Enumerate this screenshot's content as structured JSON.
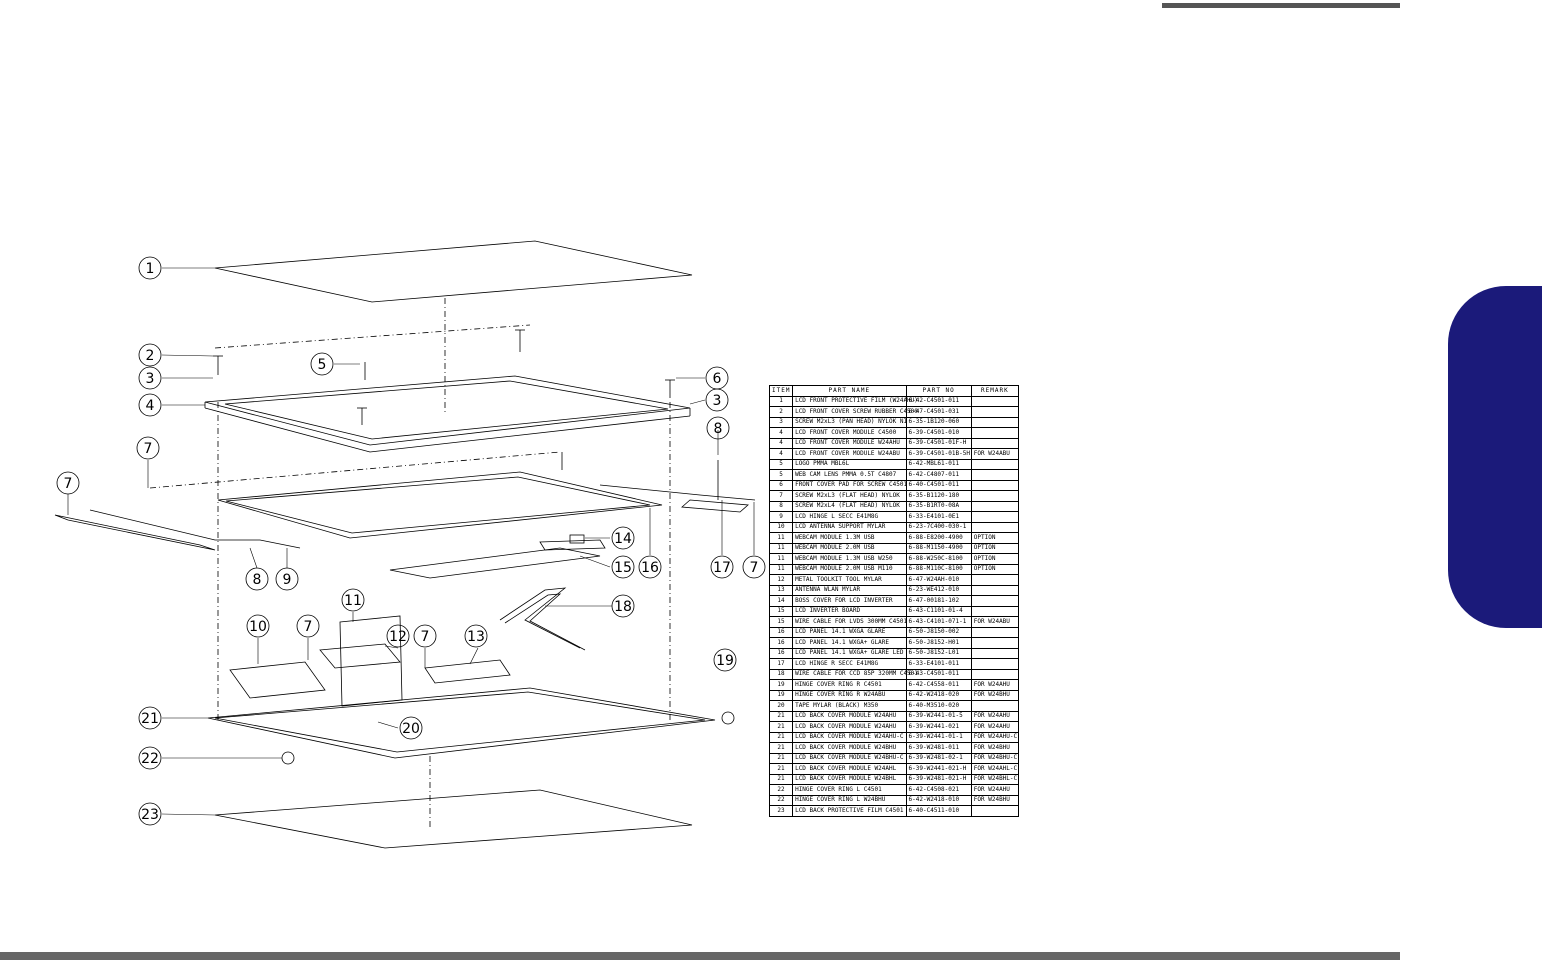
{
  "table": {
    "headers": {
      "item": "ITEM",
      "name": "PART NAME",
      "no": "PART NO",
      "remark": "REMARK"
    },
    "rows": [
      {
        "item": "1",
        "name": "LCD FRONT PROTECTIVE FILM (W24AHU)",
        "no": "6-42-C4501-011",
        "remark": ""
      },
      {
        "item": "2",
        "name": "LCD FRONT COVER SCREW RUBBER C4500",
        "no": "6-47-C4501-031",
        "remark": ""
      },
      {
        "item": "3",
        "name": "SCREW M2xL3 (PAN HEAD) NYLOK NI",
        "no": "6-35-1B120-060",
        "remark": ""
      },
      {
        "item": "4",
        "name": "LCD FRONT COVER MODULE C4500",
        "no": "6-39-C4501-010",
        "remark": ""
      },
      {
        "item": "4",
        "name": "LCD FRONT COVER MODULE W24AHU",
        "no": "6-39-C4501-01F-H",
        "remark": ""
      },
      {
        "item": "4",
        "name": "LCD FRONT COVER MODULE W24ABU",
        "no": "6-39-C4501-01B-5H",
        "remark": "FOR W24ABU"
      },
      {
        "item": "5",
        "name": "LOGO PMMA MBL6L",
        "no": "6-42-MBL61-011",
        "remark": ""
      },
      {
        "item": "5",
        "name": "WEB CAM LENS PMMA 0.5T C4807",
        "no": "6-42-C4807-011",
        "remark": ""
      },
      {
        "item": "6",
        "name": "FRONT COVER PAD FOR SCREW C4501",
        "no": "6-40-C4501-011",
        "remark": ""
      },
      {
        "item": "7",
        "name": "SCREW M2xL3 (FLAT HEAD) NYLOK",
        "no": "6-35-B1120-180",
        "remark": ""
      },
      {
        "item": "8",
        "name": "SCREW M2xL4 (FLAT HEAD) NYLOK",
        "no": "6-35-B1RT0-08A",
        "remark": ""
      },
      {
        "item": "9",
        "name": "LCD HINGE L SECC E41M8G",
        "no": "6-33-E4101-0E1",
        "remark": ""
      },
      {
        "item": "10",
        "name": "LCD ANTENNA SUPPORT MYLAR",
        "no": "6-23-7C400-030-1",
        "remark": ""
      },
      {
        "item": "11",
        "name": "WEBCAM MODULE 1.3M USB",
        "no": "6-88-E8200-4900",
        "remark": "OPTION"
      },
      {
        "item": "11",
        "name": "WEBCAM MODULE 2.0M USB",
        "no": "6-88-M1150-4900",
        "remark": "OPTION"
      },
      {
        "item": "11",
        "name": "WEBCAM MODULE 1.3M USB W250",
        "no": "6-88-W250C-8100",
        "remark": "OPTION"
      },
      {
        "item": "11",
        "name": "WEBCAM MODULE 2.0M USB M110",
        "no": "6-88-M110C-8100",
        "remark": "OPTION"
      },
      {
        "item": "12",
        "name": "METAL TOOLKIT TOOL MYLAR",
        "no": "6-47-W24AH-010",
        "remark": ""
      },
      {
        "item": "13",
        "name": "ANTENNA WLAN MYLAR",
        "no": "6-23-WE412-010",
        "remark": ""
      },
      {
        "item": "14",
        "name": "BOSS COVER FOR LCD INVERTER",
        "no": "6-47-00181-102",
        "remark": ""
      },
      {
        "item": "15",
        "name": "LCD INVERTER BOARD",
        "no": "6-43-C1101-01-4",
        "remark": ""
      },
      {
        "item": "15",
        "name": "WIRE CABLE FOR LVDS 300MM C4501",
        "no": "6-43-C4101-071-1",
        "remark": "FOR W24ABU"
      },
      {
        "item": "16",
        "name": "LCD PANEL 14.1 WXGA GLARE",
        "no": "6-50-J8150-002",
        "remark": ""
      },
      {
        "item": "16",
        "name": "LCD PANEL 14.1 WXGA+ GLARE",
        "no": "6-50-J8152-H01",
        "remark": ""
      },
      {
        "item": "16",
        "name": "LCD PANEL 14.1 WXGA+ GLARE LED",
        "no": "6-50-J8152-L01",
        "remark": ""
      },
      {
        "item": "17",
        "name": "LCD HINGE R SECC E41M8G",
        "no": "6-33-E4101-011",
        "remark": ""
      },
      {
        "item": "18",
        "name": "WIRE CABLE FOR CCD 85P 320MM C4501",
        "no": "6-43-C4501-011",
        "remark": ""
      },
      {
        "item": "19",
        "name": "HINGE COVER RING R C4501",
        "no": "6-42-C4558-011",
        "remark": "FOR W24AHU"
      },
      {
        "item": "19",
        "name": "HINGE COVER RING R W24ABU",
        "no": "6-42-W2418-020",
        "remark": "FOR W24BHU"
      },
      {
        "item": "20",
        "name": "TAPE MYLAR (BLACK) M350",
        "no": "6-40-M3510-020",
        "remark": ""
      },
      {
        "item": "21",
        "name": "LCD BACK COVER MODULE W24AHU",
        "no": "6-39-W2441-01-5",
        "remark": "FOR W24AHU"
      },
      {
        "item": "21",
        "name": "LCD BACK COVER MODULE W24AHU",
        "no": "6-39-W2441-021",
        "remark": "FOR W24AHU"
      },
      {
        "item": "21",
        "name": "LCD BACK COVER MODULE W24AHU-C",
        "no": "6-39-W2441-01-1",
        "remark": "FOR W24AHU-C"
      },
      {
        "item": "21",
        "name": "LCD BACK COVER MODULE W24BHU",
        "no": "6-39-W2481-011",
        "remark": "FOR W24BHU"
      },
      {
        "item": "21",
        "name": "LCD BACK COVER MODULE W24BHU-C",
        "no": "6-39-W2481-02-1",
        "remark": "FOR W24BHU-C"
      },
      {
        "item": "21",
        "name": "LCD BACK COVER MODULE W24AHL",
        "no": "6-39-W2441-021-H",
        "remark": "FOR W24AHL-C"
      },
      {
        "item": "21",
        "name": "LCD BACK COVER MODULE W24BHL",
        "no": "6-39-W2481-021-H",
        "remark": "FOR W24BHL-C"
      },
      {
        "item": "22",
        "name": "HINGE COVER RING L C4501",
        "no": "6-42-C4508-021",
        "remark": "FOR W24AHU"
      },
      {
        "item": "22",
        "name": "HINGE COVER RING L W24BHU",
        "no": "6-42-W2418-010",
        "remark": "FOR W24BHU"
      },
      {
        "item": "23",
        "name": "LCD BACK PROTECTIVE FILM C4501",
        "no": "6-40-C4511-010",
        "remark": ""
      }
    ]
  },
  "callouts": {
    "c1": "1",
    "c2": "2",
    "c3a": "3",
    "c3b": "3",
    "c4": "4",
    "c5": "5",
    "c6": "6",
    "c7a": "7",
    "c7b": "7",
    "c7c": "7",
    "c7d": "7",
    "c7e": "7",
    "c8a": "8",
    "c8b": "8",
    "c9": "9",
    "c10": "10",
    "c11": "11",
    "c12": "12",
    "c13": "13",
    "c14": "14",
    "c15": "15",
    "c16": "16",
    "c17": "17",
    "c18": "18",
    "c19": "19",
    "c20": "20",
    "c21": "21",
    "c22": "22",
    "c23": "23"
  },
  "colors": {
    "side_tab": "#1b1a7a",
    "rules": "#555555"
  }
}
